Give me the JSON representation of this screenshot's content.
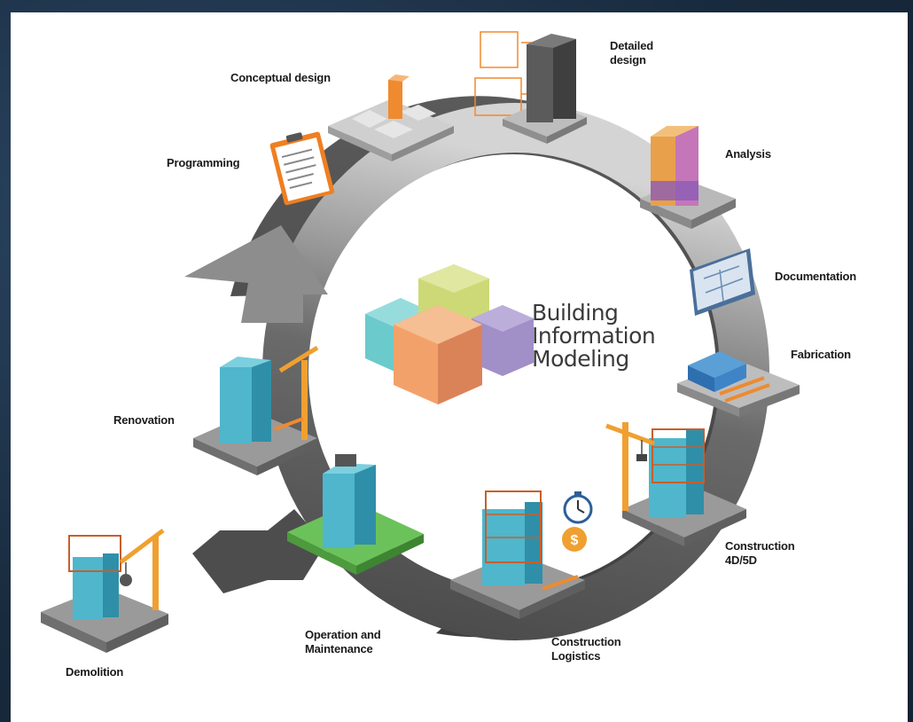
{
  "center_title": {
    "line1": "Building",
    "line2": "Information",
    "line3": "Modeling"
  },
  "stages": {
    "programming": "Programming",
    "conceptual_design": "Conceptual design",
    "detailed_design_1": "Detailed",
    "detailed_design_2": "design",
    "analysis": "Analysis",
    "documentation": "Documentation",
    "fabrication": "Fabrication",
    "construction_4d5d_1": "Construction",
    "construction_4d5d_2": "4D/5D",
    "construction_logistics_1": "Construction",
    "construction_logistics_2": "Logistics",
    "operation_1": "Operation and",
    "operation_2": "Maintenance",
    "renovation": "Renovation",
    "demolition": "Demolition"
  },
  "colors": {
    "ring_dark": "#4a4a4a",
    "ring_light": "#c8c8c8",
    "accent_orange": "#f08a2e",
    "cube_teal": "#5fc6c8",
    "cube_green": "#c9d66b",
    "cube_purple": "#9a86c4",
    "cube_orange": "#f29a5e",
    "building_teal": "#4fb6cc",
    "lawn_green": "#6cc25a"
  },
  "icons": [
    "clipboard-icon",
    "stopwatch-icon",
    "dollar-coin-icon",
    "crane-icon"
  ]
}
